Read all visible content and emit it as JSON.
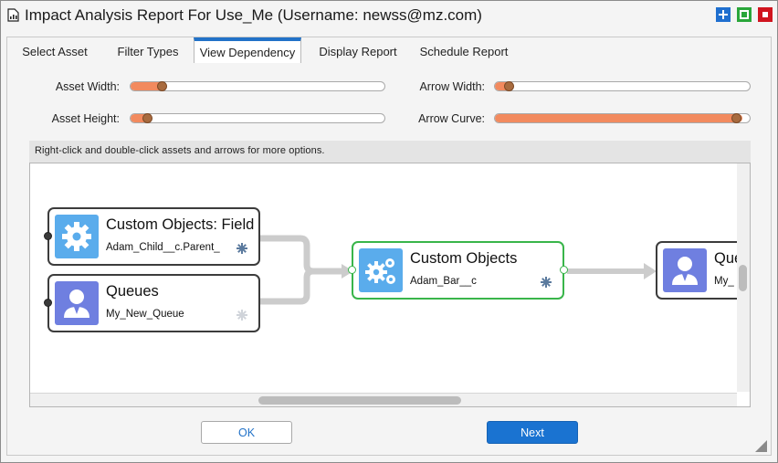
{
  "window": {
    "title": "Impact Analysis Report For Use_Me (Username: newss@mz.com)",
    "controls": [
      "maximize-icon",
      "restore-icon",
      "close-icon"
    ]
  },
  "tabs": [
    {
      "label": "Select Asset",
      "active": false
    },
    {
      "label": "Filter Types",
      "active": false
    },
    {
      "label": "View Dependency",
      "active": true
    },
    {
      "label": "Display Report",
      "active": false
    },
    {
      "label": "Schedule Report",
      "active": false
    }
  ],
  "sliders": {
    "asset_width": {
      "label": "Asset Width:",
      "value": 0.13
    },
    "asset_height": {
      "label": "Asset Height:",
      "value": 0.07
    },
    "arrow_width": {
      "label": "Arrow Width:",
      "value": 0.06
    },
    "arrow_curve": {
      "label": "Arrow Curve:",
      "value": 0.96
    }
  },
  "hint": "Right-click and double-click assets and arrows for more options.",
  "nodes": [
    {
      "title": "Custom Objects: Field",
      "subtitle": "Adam_Child__c.Parent_",
      "icon": "gear-icon"
    },
    {
      "title": "Queues",
      "subtitle": "My_New_Queue",
      "icon": "user-icon"
    },
    {
      "title": "Custom Objects",
      "subtitle": "Adam_Bar__c",
      "icon": "gears-icon"
    },
    {
      "title": "Que",
      "subtitle": "My_",
      "icon": "user-icon"
    }
  ],
  "colors": {
    "accent": "#2272c8",
    "slider_fill": "#f28a5e",
    "selected_node": "#39b54a",
    "icon_blue": "#5aacec",
    "icon_purple": "#6f7fe0"
  },
  "buttons": {
    "ok": "OK",
    "next": "Next"
  }
}
